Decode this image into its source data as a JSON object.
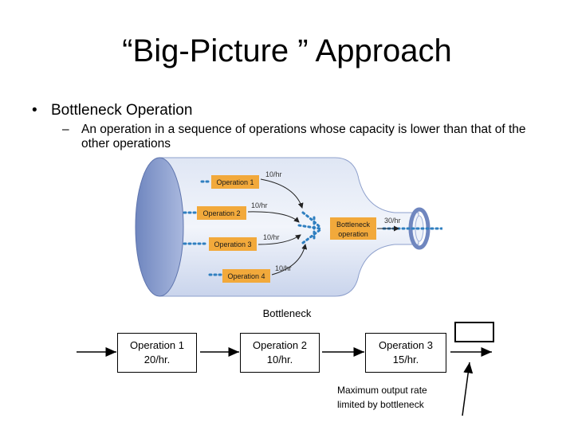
{
  "title": "“Big-Picture ” Approach",
  "bullet": {
    "marker": "•",
    "heading": "Bottleneck Operation",
    "sub_marker": "–",
    "definition": "An operation in a sequence of operations whose capacity is lower than that of the other operations"
  },
  "illustration": {
    "operations": [
      {
        "label": "Operation 1",
        "rate": "10/hr"
      },
      {
        "label": "Operation 2",
        "rate": "10/hr"
      },
      {
        "label": "Operation 3",
        "rate": "10/hr"
      },
      {
        "label": "Operation 4",
        "rate": "10/hr"
      }
    ],
    "bottleneck_line1": "Bottleneck",
    "bottleneck_line2": "operation",
    "output_rate": "30/hr"
  },
  "flow": {
    "bottleneck_label": "Bottleneck",
    "steps": [
      {
        "name": "Operation 1",
        "rate": "20/hr."
      },
      {
        "name": "Operation 2",
        "rate": "10/hr."
      },
      {
        "name": "Operation 3",
        "rate": "15/hr."
      }
    ],
    "note_line1": "Maximum output rate",
    "note_line2": "limited by bottleneck"
  },
  "colors": {
    "bottle_blue": "#7f96c8",
    "box_orange": "#f2a93b",
    "dot_blue": "#2f7fc0"
  }
}
